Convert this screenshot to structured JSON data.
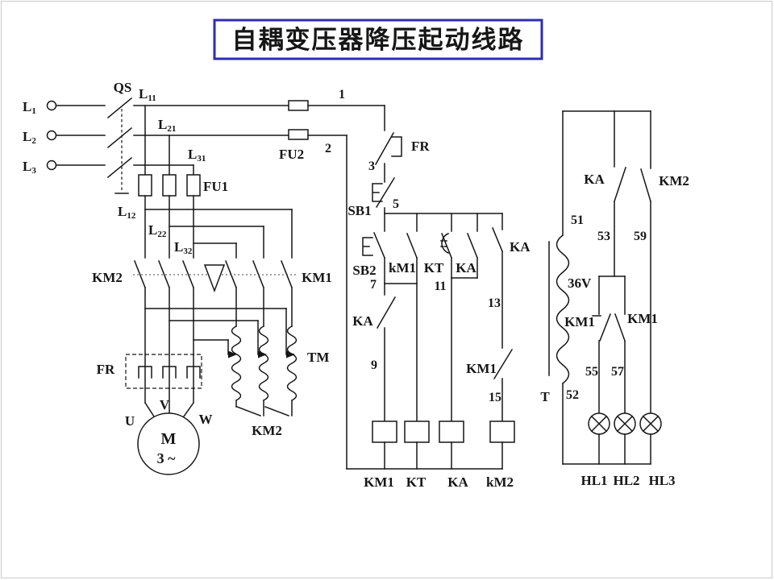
{
  "title": "自耦变压器降压起动线路",
  "colors": {
    "title_text": "#a50f0f",
    "title_border": "#2d2db0",
    "line": "#161616"
  },
  "supply": {
    "switch": "QS",
    "phases": [
      {
        "name": "L",
        "sub": "1"
      },
      {
        "name": "L",
        "sub": "2"
      },
      {
        "name": "L",
        "sub": "3"
      }
    ],
    "wires_top": [
      {
        "name": "L",
        "sub": "11"
      },
      {
        "name": "L",
        "sub": "21"
      },
      {
        "name": "L",
        "sub": "31"
      }
    ],
    "wires_mid": [
      {
        "name": "L",
        "sub": "12"
      },
      {
        "name": "L",
        "sub": "22"
      },
      {
        "name": "L",
        "sub": "32"
      }
    ],
    "fuse_main": "FU1",
    "fuse_control": "FU2"
  },
  "main_circuit": {
    "run_contactor": "KM2",
    "start_contactor": "KM1",
    "thermal_relay": "FR",
    "autotransformer": "TM",
    "star_contacts": "KM2",
    "motor": {
      "symbol": "M",
      "type": "3 ~",
      "terminals": [
        "U",
        "V",
        "W"
      ]
    }
  },
  "control_circuit": {
    "nodes": [
      "1",
      "2",
      "3",
      "5",
      "7",
      "9",
      "11",
      "13",
      "15"
    ],
    "fr_contact": "FR",
    "stop_button": "SB1",
    "start_button": "SB2",
    "contacts": {
      "km1_aux": "kM1",
      "kt": "KT",
      "ka": "KA",
      "ka_hold": "KA",
      "ka_nc": "KA",
      "km1_nc": "KM1"
    },
    "coils": {
      "km1": "KM1",
      "kt": "KT",
      "ka": "KA",
      "km2": "kM2"
    }
  },
  "lamp_circuit": {
    "transformer": "T",
    "voltage": "36V",
    "nodes": [
      "51",
      "52",
      "53",
      "55",
      "57",
      "59"
    ],
    "ka_contact": "KA",
    "km2_contact": "KM2",
    "km1_left": "KM1",
    "km1_right": "KM1",
    "lamps": [
      "HL1",
      "HL2",
      "HL3"
    ]
  }
}
